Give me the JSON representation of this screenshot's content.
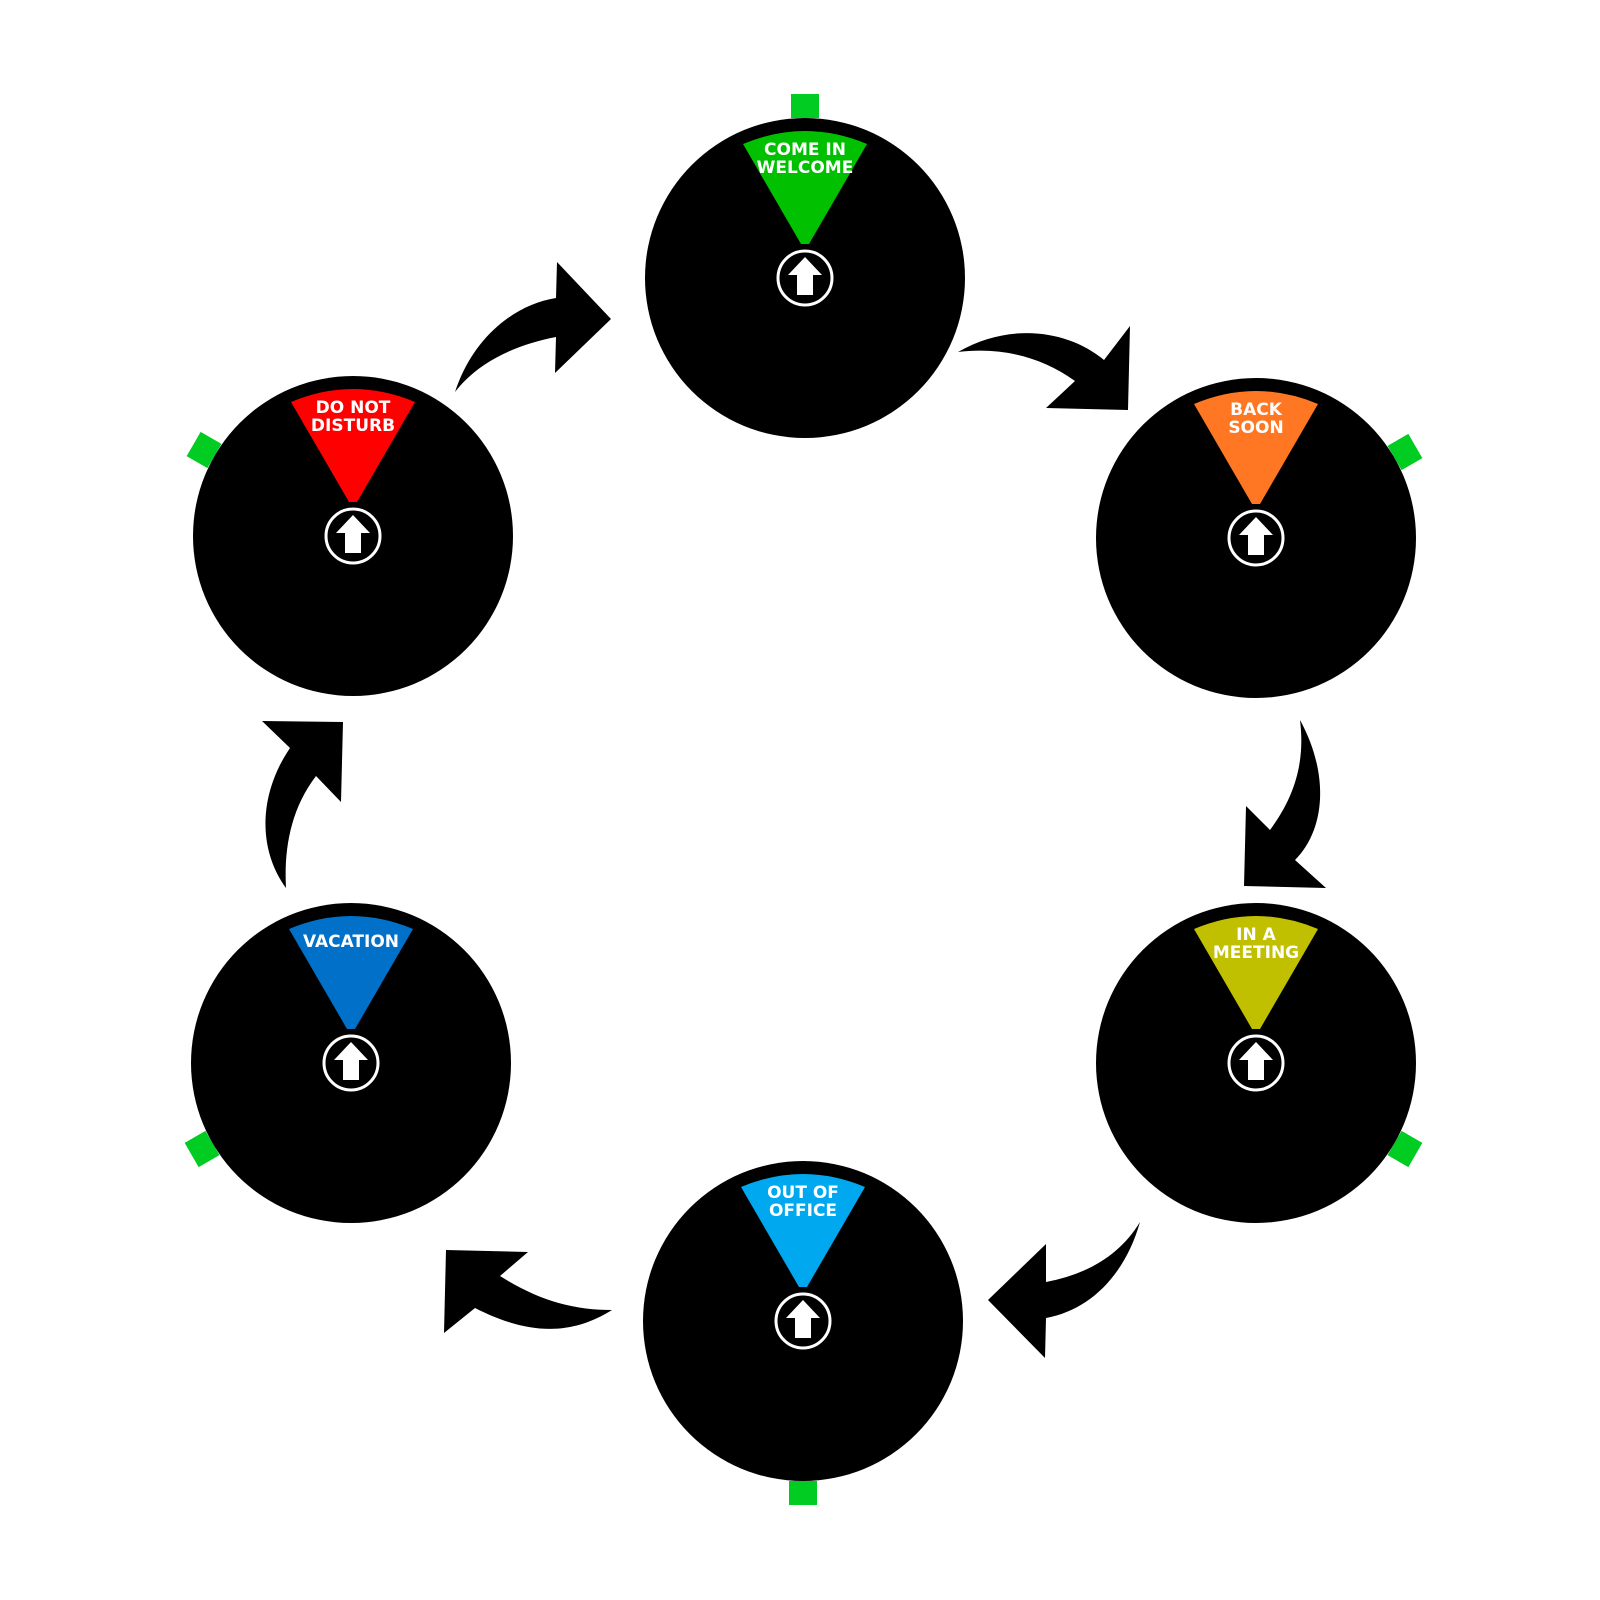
{
  "dials": [
    {
      "id": "come-in-welcome",
      "lines": [
        "COME IN",
        "WELCOME"
      ],
      "color": "#00c000"
    },
    {
      "id": "back-soon",
      "lines": [
        "BACK",
        "SOON"
      ],
      "color": "#ff7722"
    },
    {
      "id": "in-a-meeting",
      "lines": [
        "IN A",
        "MEETING"
      ],
      "color": "#c0c000"
    },
    {
      "id": "out-of-office",
      "lines": [
        "OUT OF",
        "OFFICE"
      ],
      "color": "#00a8f0"
    },
    {
      "id": "vacation",
      "lines": [
        "VACATION"
      ],
      "color": "#0070c8"
    },
    {
      "id": "do-not-disturb",
      "lines": [
        "DO NOT",
        "DISTURB"
      ],
      "color": "#ff0000"
    }
  ],
  "colors": {
    "dial": "#000000",
    "tab": "#00cc22",
    "arrow": "#000000",
    "icon_ring": "#ffffff"
  },
  "icons": {
    "center": "up-arrow-icon",
    "cycle": "curved-arrow-icon"
  }
}
